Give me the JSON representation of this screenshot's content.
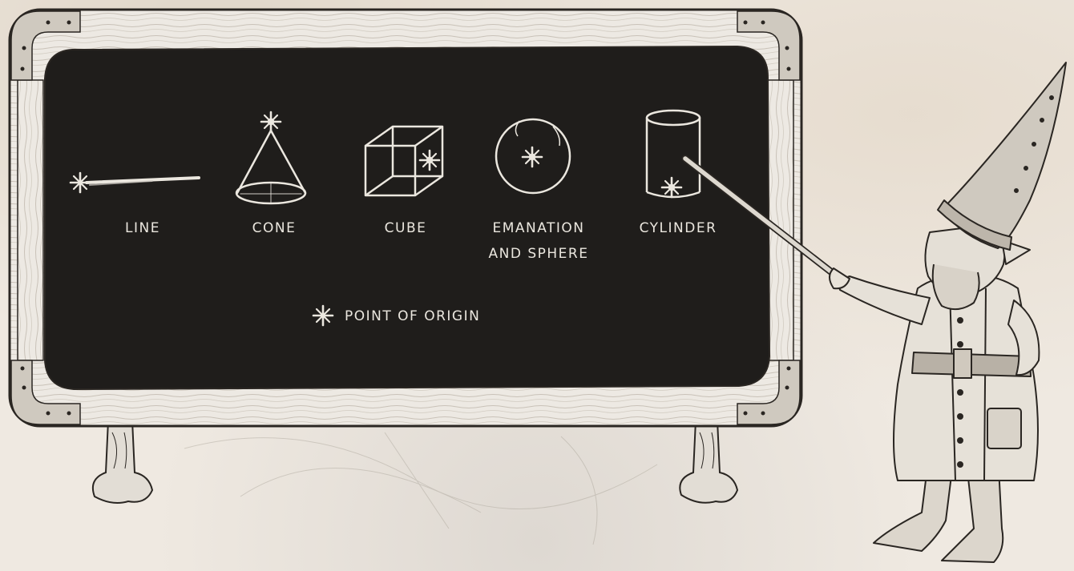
{
  "labels": {
    "line": "LINE",
    "cone": "CONE",
    "cube": "CUBE",
    "emanation_line1": "EMANATION",
    "emanation_line2": "AND SPHERE",
    "cylinder": "CYLINDER",
    "legend": "POINT OF ORIGIN"
  },
  "colors": {
    "chalkboard": "#1f1d1b",
    "chalk": "#ebe7df",
    "frame": "#ece8e2",
    "ink": "#2a2622",
    "background": "#efe9e1"
  }
}
